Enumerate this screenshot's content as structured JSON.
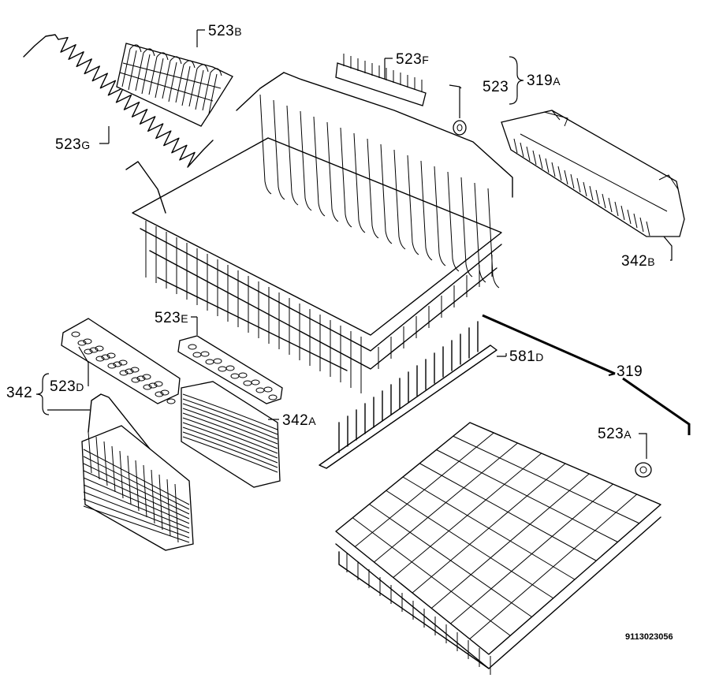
{
  "labels": {
    "p523b": {
      "num": "523",
      "suf": "B"
    },
    "p523f": {
      "num": "523",
      "suf": "F"
    },
    "p523": {
      "num": "523",
      "suf": ""
    },
    "p319a": {
      "num": "319",
      "suf": "A"
    },
    "p523g": {
      "num": "523",
      "suf": "G"
    },
    "p342b": {
      "num": "342",
      "suf": "B"
    },
    "p523e": {
      "num": "523",
      "suf": "E"
    },
    "p581d": {
      "num": "581",
      "suf": "D"
    },
    "p319": {
      "num": "319",
      "suf": ""
    },
    "p342": {
      "num": "342",
      "suf": ""
    },
    "p523d": {
      "num": "523",
      "suf": "D"
    },
    "p342a": {
      "num": "342",
      "suf": "A"
    },
    "p523a": {
      "num": "523",
      "suf": "A"
    }
  },
  "document_id": "9113023056"
}
